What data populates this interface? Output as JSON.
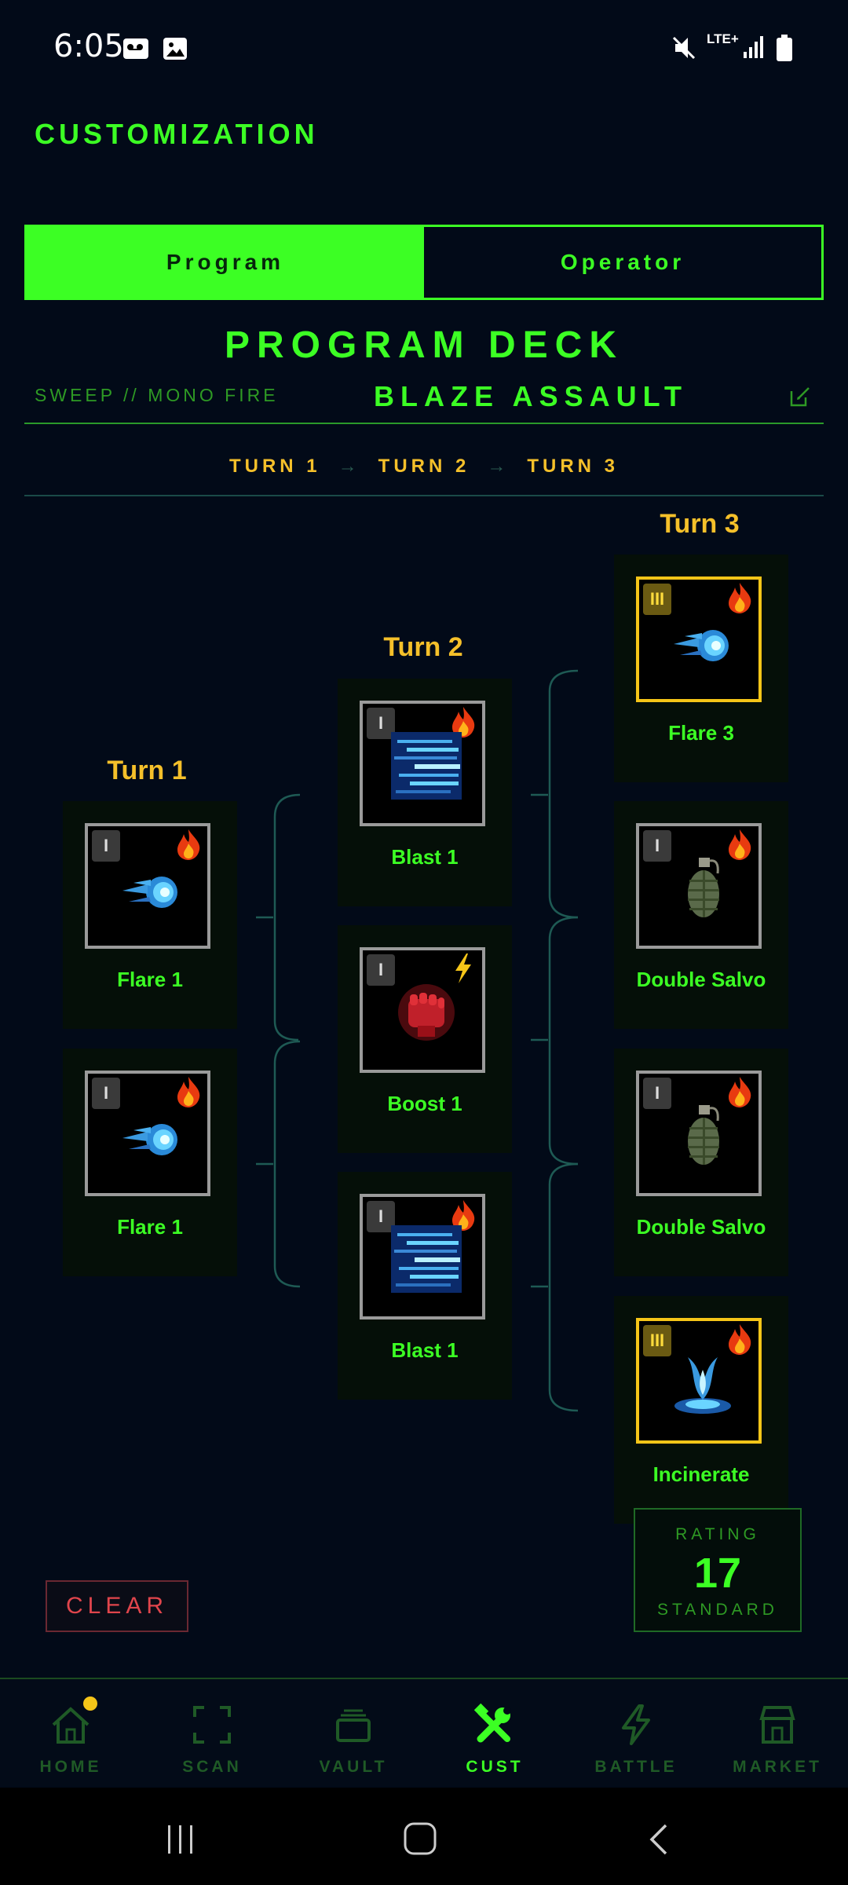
{
  "status_bar": {
    "time": "6:05",
    "network": "LTE+"
  },
  "title": "CUSTOMIZATION",
  "tabs": [
    {
      "label": "Program",
      "active": true
    },
    {
      "label": "Operator",
      "active": false
    }
  ],
  "deck": {
    "heading": "PROGRAM DECK",
    "subtitle": "SWEEP // MONO FIRE",
    "name": "BLAZE ASSAULT"
  },
  "turn_flow": {
    "t1": "TURN 1",
    "t2": "TURN 2",
    "t3": "TURN 3",
    "arrow": "→"
  },
  "columns": {
    "turn1": {
      "label": "Turn 1",
      "cards": [
        {
          "name": "Flare 1",
          "tier": "I",
          "element": "fire-icon",
          "art": "flare-icon"
        },
        {
          "name": "Flare 1",
          "tier": "I",
          "element": "fire-icon",
          "art": "flare-icon"
        }
      ]
    },
    "turn2": {
      "label": "Turn 2",
      "cards": [
        {
          "name": "Blast 1",
          "tier": "I",
          "element": "fire-icon",
          "art": "blast-icon"
        },
        {
          "name": "Boost 1",
          "tier": "I",
          "element": "lightning-icon",
          "art": "fist-icon"
        },
        {
          "name": "Blast 1",
          "tier": "I",
          "element": "fire-icon",
          "art": "blast-icon"
        }
      ]
    },
    "turn3": {
      "label": "Turn 3",
      "cards": [
        {
          "name": "Flare 3",
          "tier": "III",
          "element": "fire-icon",
          "art": "flare-icon"
        },
        {
          "name": "Double Salvo",
          "tier": "I",
          "element": "fire-icon",
          "art": "grenade-icon"
        },
        {
          "name": "Double Salvo",
          "tier": "I",
          "element": "fire-icon",
          "art": "grenade-icon"
        },
        {
          "name": "Incinerate",
          "tier": "III",
          "element": "fire-icon",
          "art": "incinerate-icon"
        }
      ]
    }
  },
  "clear_label": "CLEAR",
  "rating": {
    "label": "RATING",
    "value": "17",
    "tier": "STANDARD"
  },
  "nav": [
    {
      "label": "HOME",
      "icon": "home-icon",
      "badge": true
    },
    {
      "label": "SCAN",
      "icon": "scan-icon"
    },
    {
      "label": "VAULT",
      "icon": "vault-icon"
    },
    {
      "label": "CUST",
      "icon": "tools-icon",
      "active": true
    },
    {
      "label": "BATTLE",
      "icon": "lightning-icon"
    },
    {
      "label": "MARKET",
      "icon": "market-icon"
    }
  ],
  "colors": {
    "accent": "#3cff24",
    "gold": "#f5c02a",
    "background": "#020a18",
    "danger": "#e0454c"
  }
}
